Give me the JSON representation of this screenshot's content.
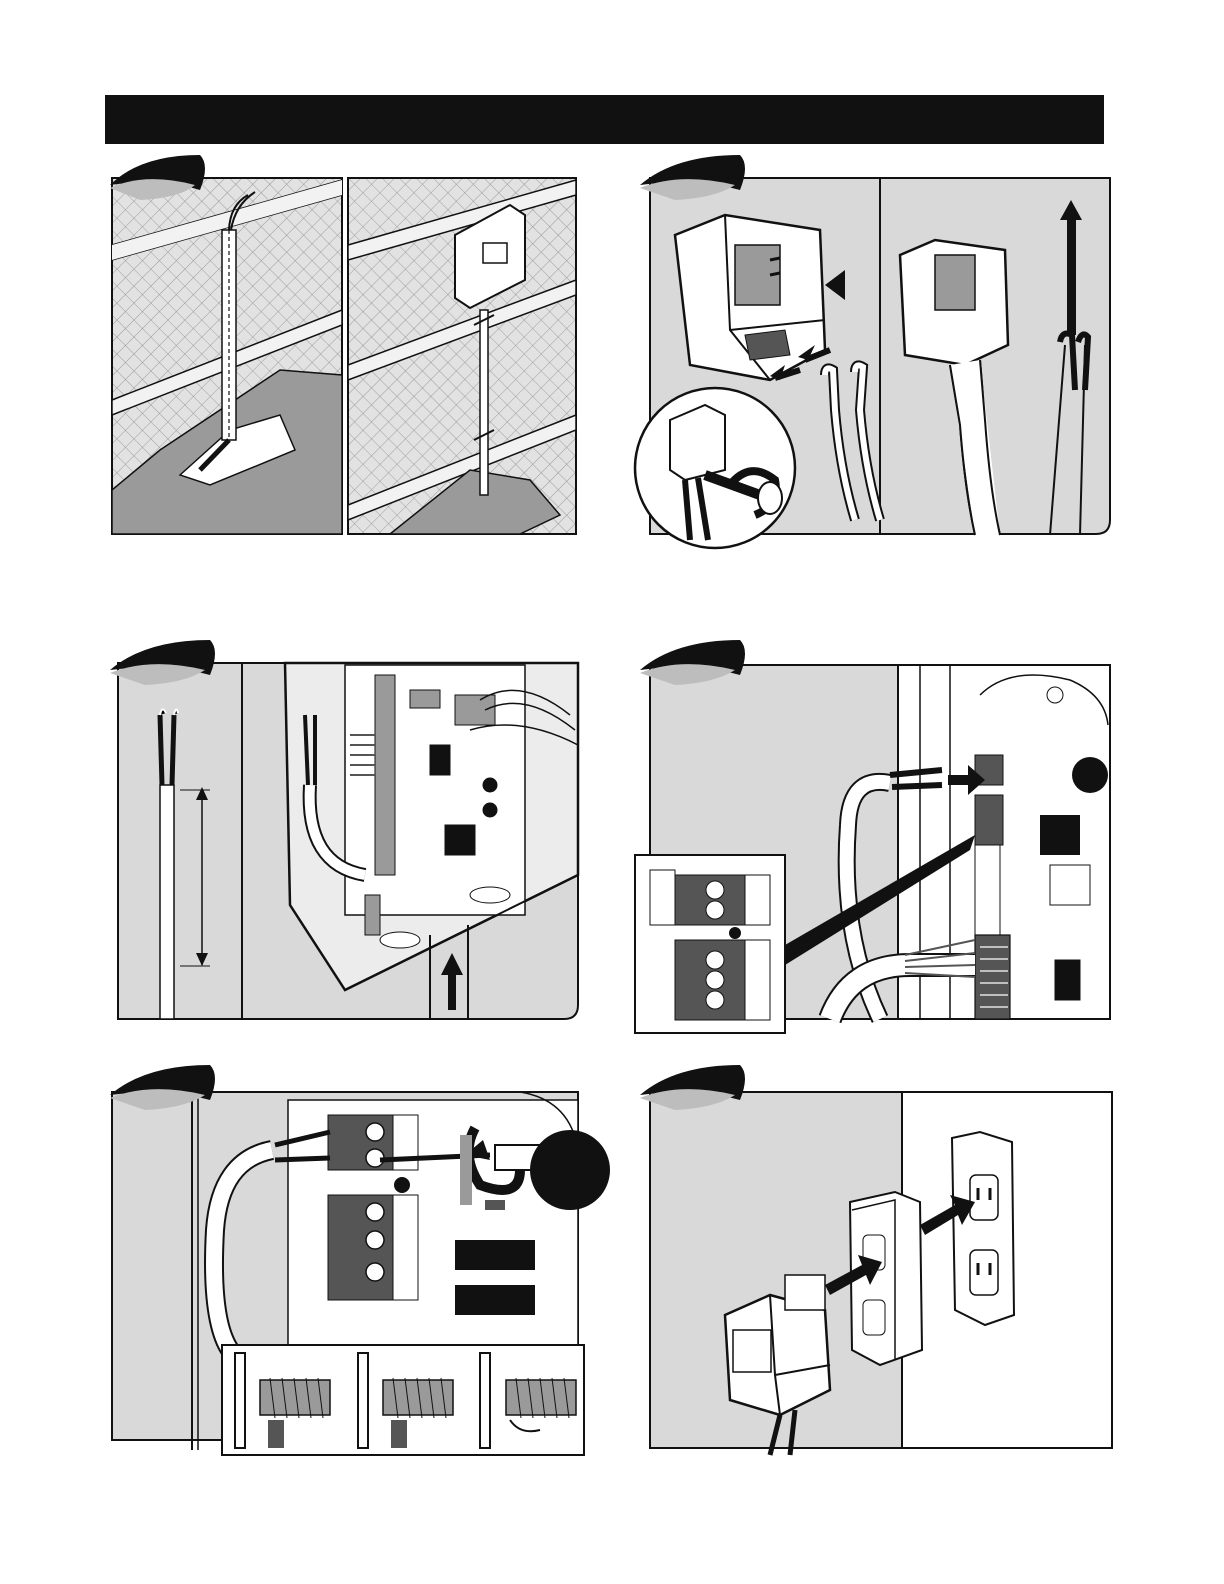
{
  "page": {
    "title_bar": "",
    "steps": [
      {
        "id": 1,
        "label": "",
        "illustration": "wire-run-from-trench-to-wall-box"
      },
      {
        "id": 2,
        "label": "",
        "illustration": "connect-wires-to-transformer"
      },
      {
        "id": 3,
        "label": "",
        "illustration": "strip-cable-and-route-into-control-box"
      },
      {
        "id": 4,
        "label": "",
        "illustration": "insert-wires-into-power-terminal"
      },
      {
        "id": 5,
        "label": "",
        "illustration": "tighten-terminal-screws"
      },
      {
        "id": 6,
        "label": "",
        "illustration": "plug-transformer-into-outlet"
      }
    ]
  },
  "colors": {
    "ink": "#111111",
    "shade": "#d9d9d9",
    "mid_gray": "#9a9a9a",
    "dark_gray": "#555555",
    "paper": "#ffffff"
  }
}
